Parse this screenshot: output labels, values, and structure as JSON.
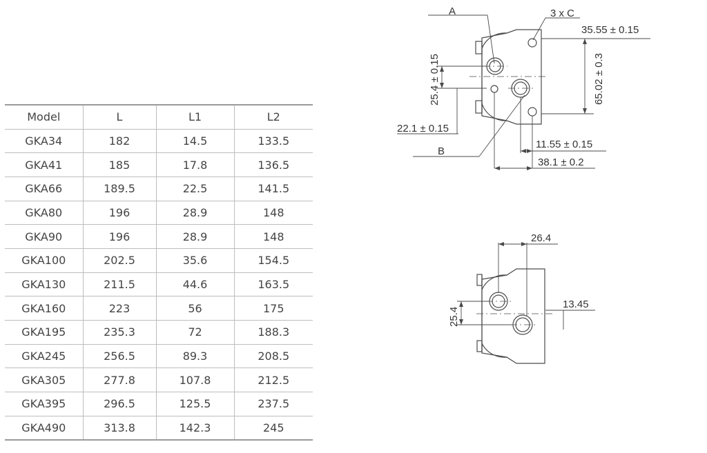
{
  "table": {
    "headers": [
      "Model",
      "L",
      "L1",
      "L2"
    ],
    "rows": [
      [
        "GKA34",
        "182",
        "14.5",
        "133.5"
      ],
      [
        "GKA41",
        "185",
        "17.8",
        "136.5"
      ],
      [
        "GKA66",
        "189.5",
        "22.5",
        "141.5"
      ],
      [
        "GKA80",
        "196",
        "28.9",
        "148"
      ],
      [
        "GKA90",
        "196",
        "28.9",
        "148"
      ],
      [
        "GKA100",
        "202.5",
        "35.6",
        "154.5"
      ],
      [
        "GKA130",
        "211.5",
        "44.6",
        "163.5"
      ],
      [
        "GKA160",
        "223",
        "56",
        "175"
      ],
      [
        "GKA195",
        "235.3",
        "72",
        "188.3"
      ],
      [
        "GKA245",
        "256.5",
        "89.3",
        "208.5"
      ],
      [
        "GKA305",
        "277.8",
        "107.8",
        "212.5"
      ],
      [
        "GKA395",
        "296.5",
        "125.5",
        "237.5"
      ],
      [
        "GKA490",
        "313.8",
        "142.3",
        "245"
      ]
    ]
  },
  "drawing_top": {
    "label_a": "A",
    "label_3xc": "3 x C",
    "dim_35_55": "35.55 ± 0.15",
    "dim_25_4": "25.4 ± 0.15",
    "dim_65_02": "65.02 ± 0.3",
    "dim_22_1": "22.1 ± 0.15",
    "label_b": "B",
    "dim_11_55": "11.55 ± 0.15",
    "dim_38_1": "38.1 ± 0.2"
  },
  "drawing_bottom": {
    "dim_26_4": "26.4",
    "dim_25_4": "25.4",
    "dim_13_45": "13.45"
  }
}
